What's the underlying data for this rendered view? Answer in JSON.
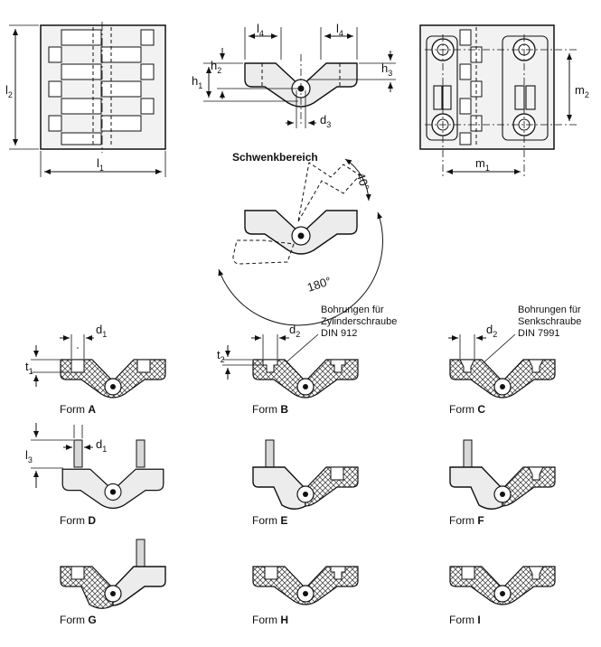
{
  "dimensions": {
    "l1": "l1",
    "l2": "l2",
    "l4": "l4",
    "h1": "h1",
    "h2": "h2",
    "h3": "h3",
    "d1": "d1",
    "d2": "d2",
    "d3": "d3",
    "m1": "m1",
    "m2": "m2",
    "t1": "t1",
    "t2": "t2",
    "l3": "l3"
  },
  "dimension_parts": {
    "l": "l",
    "h": "h",
    "d": "d",
    "m": "m",
    "t": "t",
    "s1": "1",
    "s2": "2",
    "s3": "3",
    "s4": "4"
  },
  "swivel": {
    "title": "Schwenkbereich",
    "angle_small": "40°",
    "angle_large": "180°"
  },
  "notes": {
    "cylinder_line1": "Bohrungen für",
    "cylinder_line2": "Zylinderschraube",
    "cylinder_line3": "DIN 912",
    "countersunk_line1": "Bohrungen für",
    "countersunk_line2": "Senkschraube",
    "countersunk_line3": "DIN 7991"
  },
  "forms": {
    "prefix": "Form",
    "A": "A",
    "B": "B",
    "C": "C",
    "D": "D",
    "E": "E",
    "F": "F",
    "G": "G",
    "H": "H",
    "I": "I"
  }
}
